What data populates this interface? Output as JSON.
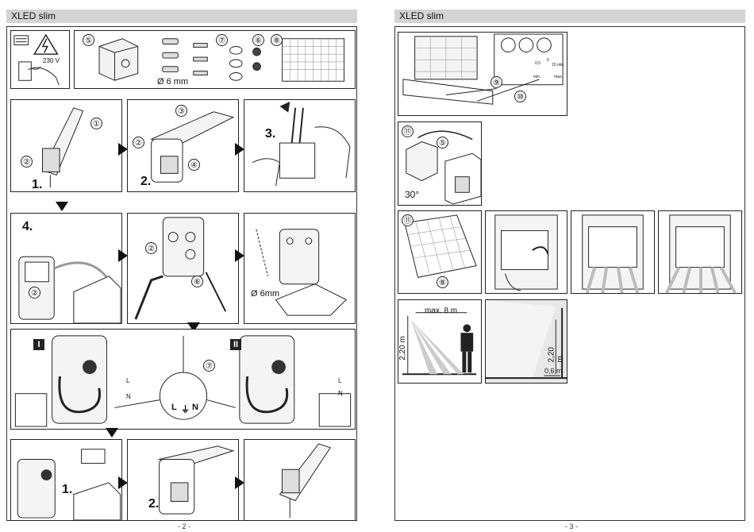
{
  "left_page": {
    "header_title": "XLED slim",
    "footer": "- 2 -",
    "top_row": {
      "voltage": "230 V",
      "drill_size": "Ø 6 mm",
      "part_numbers": [
        "⑤",
        "⑦",
        "⑥",
        "⑧"
      ]
    },
    "row2": {
      "callouts": [
        "①",
        "②",
        "③",
        "②",
        "④"
      ],
      "steps": [
        "1.",
        "2.",
        "3."
      ]
    },
    "row3": {
      "step": "4.",
      "callouts": [
        "②",
        "②",
        "⑥"
      ],
      "drill_size": "Ø 6mm"
    },
    "row4": {
      "variant_labels": [
        "I",
        "II"
      ],
      "callout": "⑦",
      "terminal_labels": [
        "L",
        "⏚",
        "N"
      ],
      "wire_labels_left": [
        "L",
        "N"
      ],
      "wire_labels_right": [
        "L",
        "N"
      ]
    },
    "row5": {
      "steps": [
        "1.",
        "2."
      ]
    }
  },
  "right_page": {
    "header_title": "XLED slim",
    "footer": "- 3 -",
    "settings_panel": {
      "callouts": [
        "⑨",
        "⑩"
      ],
      "dial_labels": [
        "0,5",
        "5",
        "15 min.",
        "min.",
        "max."
      ]
    },
    "rotation_panel": {
      "callouts": [
        "⑪",
        "⑤"
      ],
      "angle": "30°"
    },
    "lens_row": {
      "callouts": [
        "⑪",
        "⑧"
      ]
    },
    "range_panel": {
      "range": "max. 8 m",
      "height": "2,20 m"
    },
    "wall_panel": {
      "height": "2,20 m",
      "distance": "0,6 m"
    }
  },
  "colors": {
    "header_bg": "#d4d4d4",
    "line": "#222222"
  }
}
